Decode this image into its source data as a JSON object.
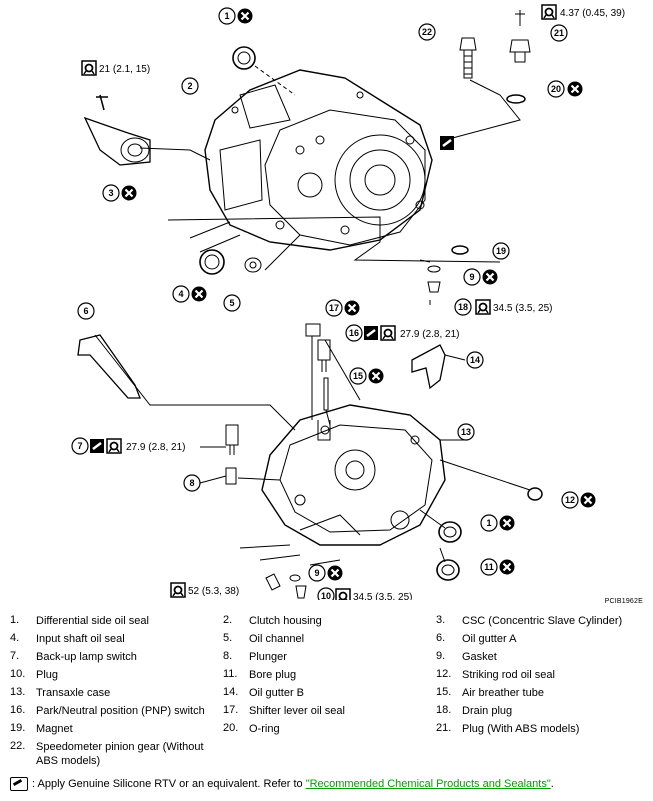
{
  "callouts": [
    {
      "id": "1",
      "label": "1"
    },
    {
      "id": "2",
      "label": "2"
    },
    {
      "id": "3",
      "label": "3"
    },
    {
      "id": "4",
      "label": "4"
    },
    {
      "id": "5",
      "label": "5"
    },
    {
      "id": "6",
      "label": "6"
    },
    {
      "id": "7",
      "label": "7"
    },
    {
      "id": "8",
      "label": "8"
    },
    {
      "id": "9",
      "label": "9"
    },
    {
      "id": "10",
      "label": "10"
    },
    {
      "id": "11",
      "label": "11"
    },
    {
      "id": "12",
      "label": "12"
    },
    {
      "id": "13",
      "label": "13"
    },
    {
      "id": "14",
      "label": "14"
    },
    {
      "id": "15",
      "label": "15"
    },
    {
      "id": "16",
      "label": "16"
    },
    {
      "id": "17",
      "label": "17"
    },
    {
      "id": "18",
      "label": "18"
    },
    {
      "id": "19",
      "label": "19"
    },
    {
      "id": "20",
      "label": "20"
    },
    {
      "id": "21",
      "label": "21"
    },
    {
      "id": "22",
      "label": "22"
    }
  ],
  "torque": {
    "t_top_right": "4.37 (0.45, 39)",
    "t_csc": "21 (2.1, 15)",
    "t_drain_upper": "34.5 (3.5, 25)",
    "t_pnp": "27.9 (2.8, 21)",
    "t_backup": "27.9 (2.8, 21)",
    "t_bore": "52 (5.3, 38)",
    "t_plug_lower": "34.5 (3.5, 25)"
  },
  "figure_code": "PCIB1962E",
  "legend": [
    [
      {
        "n": "1.",
        "t": "Differential side oil seal"
      },
      {
        "n": "2.",
        "t": "Clutch housing"
      },
      {
        "n": "3.",
        "t": "CSC (Concentric Slave Cylinder)"
      }
    ],
    [
      {
        "n": "4.",
        "t": "Input shaft oil seal"
      },
      {
        "n": "5.",
        "t": "Oil channel"
      },
      {
        "n": "6.",
        "t": "Oil gutter A"
      }
    ],
    [
      {
        "n": "7.",
        "t": "Back-up lamp switch"
      },
      {
        "n": "8.",
        "t": "Plunger"
      },
      {
        "n": "9.",
        "t": "Gasket"
      }
    ],
    [
      {
        "n": "10.",
        "t": "Plug"
      },
      {
        "n": "11.",
        "t": "Bore plug"
      },
      {
        "n": "12.",
        "t": "Striking rod oil seal"
      }
    ],
    [
      {
        "n": "13.",
        "t": "Transaxle case"
      },
      {
        "n": "14.",
        "t": "Oil gutter B"
      },
      {
        "n": "15.",
        "t": "Air breather tube"
      }
    ],
    [
      {
        "n": "16.",
        "t": "Park/Neutral position (PNP) switch"
      },
      {
        "n": "17.",
        "t": "Shifter lever oil seal"
      },
      {
        "n": "18.",
        "t": "Drain plug"
      }
    ],
    [
      {
        "n": "19.",
        "t": "Magnet"
      },
      {
        "n": "20.",
        "t": "O-ring"
      },
      {
        "n": "21.",
        "t": "Plug (With ABS models)"
      }
    ],
    [
      {
        "n": "22.",
        "t": "Speedometer pinion gear (Without ABS models)"
      },
      {
        "n": "",
        "t": ""
      },
      {
        "n": "",
        "t": ""
      }
    ]
  ],
  "note": {
    "text": ": Apply Genuine Silicone RTV or an equivalent. Refer to",
    "link": "\"Recommended Chemical Products and Sealants\"",
    "tail": "."
  }
}
